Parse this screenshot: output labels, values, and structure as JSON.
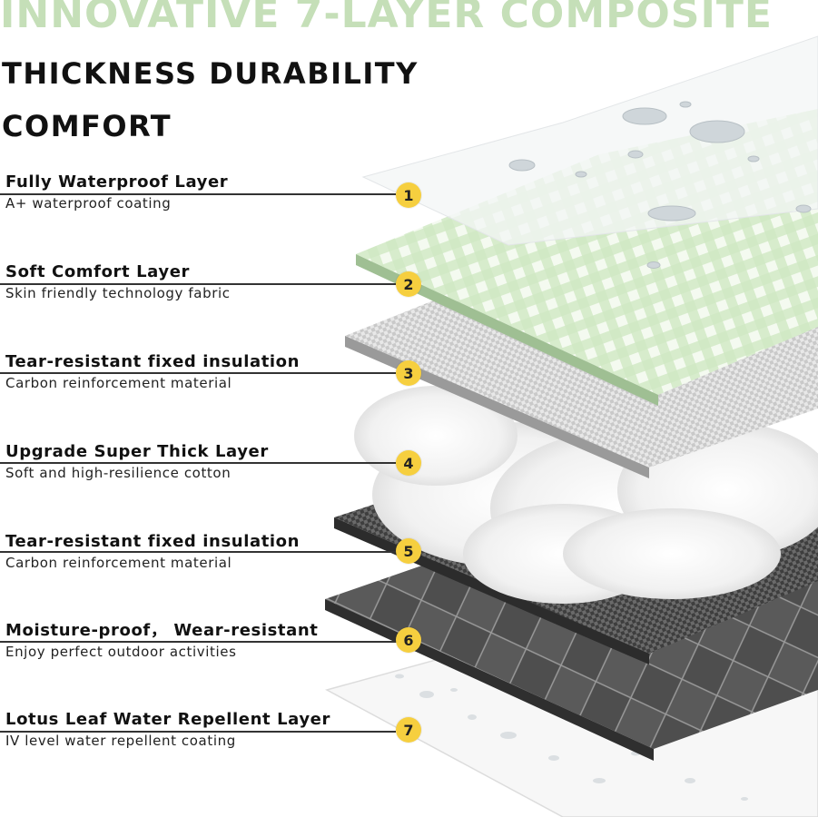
{
  "headline": "INNOVATIVE 7-LAYER COMPOSITE",
  "subheadline_lines": [
    "THICKNESS DURABILITY",
    "COMFORT"
  ],
  "colors": {
    "headline": "#c5dfb8",
    "badge": "#f6cf3f",
    "green_check": "#cfe8c3",
    "dark_layer": "#4a4a4a"
  },
  "layers": [
    {
      "number": "1",
      "title": "Fully Waterproof Layer",
      "description": "A+ waterproof coating"
    },
    {
      "number": "2",
      "title": "Soft Comfort Layer",
      "description": "Skin friendly technology fabric"
    },
    {
      "number": "3",
      "title": "Tear-resistant fixed insulation",
      "description": "Carbon reinforcement material"
    },
    {
      "number": "4",
      "title": "Upgrade Super Thick Layer",
      "description": "Soft and high-resilience cotton"
    },
    {
      "number": "5",
      "title": "Tear-resistant fixed insulation",
      "description": "Carbon reinforcement material"
    },
    {
      "number": "6",
      "title": "Moisture-proof， Wear-resistant",
      "description": "Enjoy perfect outdoor activities"
    },
    {
      "number": "7",
      "title": "Lotus Leaf Water Repellent Layer",
      "description": "IV level water repellent coating"
    }
  ]
}
